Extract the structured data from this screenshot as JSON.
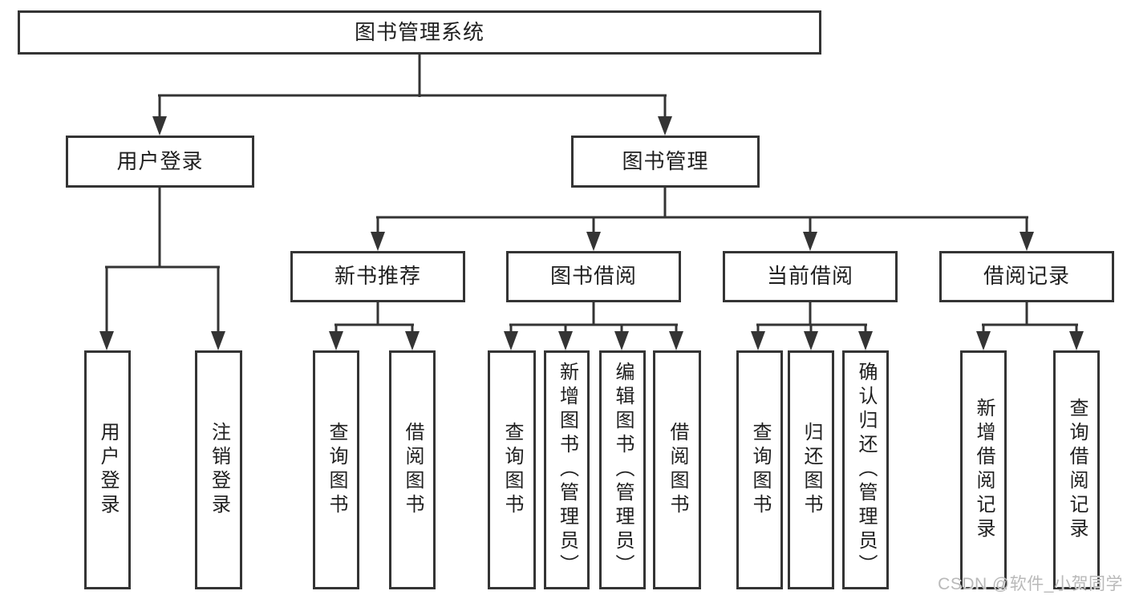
{
  "root": {
    "label": "图书管理系统"
  },
  "level2": {
    "user_login": "用户登录",
    "book_management": "图书管理"
  },
  "level3": {
    "new_book_recommend": "新书推荐",
    "book_borrow": "图书借阅",
    "current_borrow": "当前借阅",
    "borrow_records": "借阅记录"
  },
  "leaves": {
    "user_login": "用户登录",
    "logout": "注销登录",
    "recommend_query_books": "查询图书",
    "recommend_borrow_books": "借阅图书",
    "borrow_query_books": "查询图书",
    "borrow_add_books_admin": "新增图书（管理员）",
    "borrow_edit_books_admin": "编辑图书（管理员）",
    "borrow_borrow_books": "借阅图书",
    "current_query_books": "查询图书",
    "current_return_books": "归还图书",
    "current_confirm_return_admin": "确认归还（管理员）",
    "records_add_record": "新增借阅记录",
    "records_query_record": "查询借阅记录"
  },
  "watermark": {
    "label": "CSDN @软件_小贺同学"
  },
  "colors": {
    "line": "#343434",
    "text": "#1f1f1f",
    "background": "#ffffff",
    "watermark": "#b9b9b9"
  }
}
